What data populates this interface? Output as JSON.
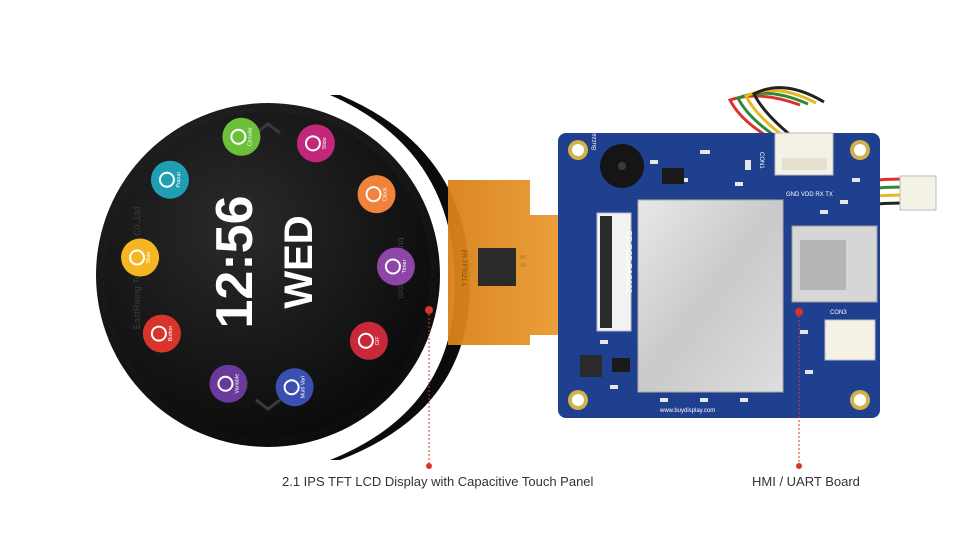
{
  "captions": {
    "display": "2.1 IPS TFT LCD Display with Capacitive Touch Panel",
    "board": "HMI / UART Board"
  },
  "screen": {
    "time": "12:56",
    "day": "WED",
    "watermark_left": "EastRising Technology Co.,Ltd",
    "watermark_right": "buydisplay.com",
    "apps": [
      {
        "label": "Circular",
        "color": "#6cbf3b",
        "icon": "circular-icon"
      },
      {
        "label": "Slide",
        "color": "#c2277a",
        "icon": "slider-icon"
      },
      {
        "label": "Clock",
        "color": "#f0823a",
        "icon": "clock-icon"
      },
      {
        "label": "Timer",
        "color": "#8e45a8",
        "icon": "timer-icon"
      },
      {
        "label": "GIF",
        "color": "#c8283a",
        "icon": "gif-icon"
      },
      {
        "label": "Multi Vari",
        "color": "#3a4fb0",
        "icon": "multi-variable-icon"
      },
      {
        "label": "Variable",
        "color": "#6a3a9a",
        "icon": "variable-icon"
      },
      {
        "label": "Button",
        "color": "#d9342b",
        "icon": "button-icon"
      },
      {
        "label": "Slide",
        "color": "#f5b622",
        "icon": "slide-icon"
      },
      {
        "label": "Popup",
        "color": "#1e9fb3",
        "icon": "popup-icon"
      }
    ]
  },
  "board": {
    "model": "ER-PCB-BAS602",
    "website": "www.buydisplay.com",
    "connector_main": "CON1",
    "connector_sd": "CON3",
    "pin_labels": "GND VDD RX TX",
    "buzzer": "Buzzer",
    "fpc_text": "ER-TFT021-1"
  },
  "colors": {
    "pcb": "#1f3f8f",
    "flex": "#e48b1c",
    "bezel": "#1a1a1a",
    "screen": "#111111",
    "marker": "#d9342b"
  }
}
